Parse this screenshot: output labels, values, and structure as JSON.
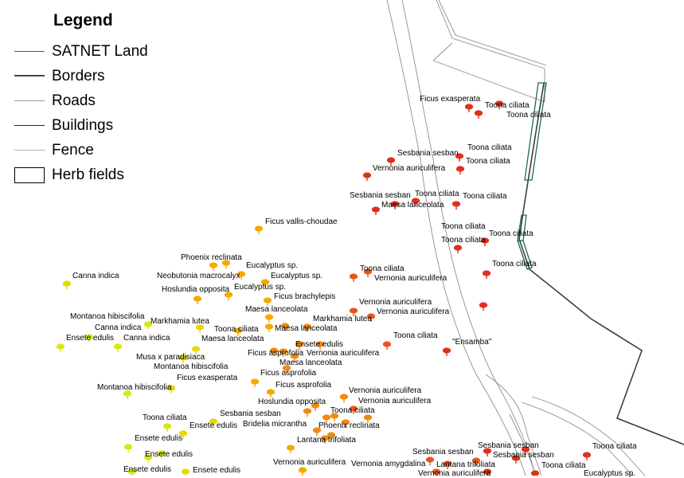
{
  "legend": {
    "title": "Legend",
    "items": [
      {
        "label": "SATNET Land",
        "color": "#b03030",
        "style": "line"
      },
      {
        "label": "Borders",
        "color": "#444444",
        "style": "line-thick"
      },
      {
        "label": "Roads",
        "color": "#9a9a9a",
        "style": "line"
      },
      {
        "label": "Buildings",
        "color": "#222222",
        "style": "line"
      },
      {
        "label": "Fence",
        "color": "#b0b0b0",
        "style": "line"
      },
      {
        "label": "Herb fields",
        "color": "#000000",
        "style": "box"
      }
    ]
  },
  "colors": {
    "red": "#e0301e",
    "orange_red": "#e8561a",
    "orange": "#f08a10",
    "amber": "#f5a800",
    "yellow": "#e8d800",
    "lime": "#d8e810",
    "herb_fields": "#1f6b55"
  },
  "plant_labels": [
    "Ficus exasperata",
    "Toona ciliata",
    "Toona ciliata",
    "Sesbania sesban",
    "Toona ciliata",
    "Toona ciliata",
    "Vernonia auriculifera",
    "Sesbania sesban",
    "Toona ciliata",
    "Toona ciliata",
    "Maesa lanceolata",
    "Ficus vallis-choudae",
    "Toona ciliata",
    "Toona ciliata",
    "Toona ciliata",
    "Phoenix reclinata",
    "Eucalyptus sp.",
    "Neobutonia macrocalyx",
    "Eucalyptus sp.",
    "Toona ciliata",
    "Vernonia auriculifera",
    "Canna indica",
    "Hoslundia opposita",
    "Eucalyptus sp.",
    "Ficus brachylepis",
    "Toona ciliata",
    "Vernonia auriculifera",
    "Maesa lanceolata",
    "Vernonia auriculifera",
    "Montanoa hibiscifolia",
    "Markhamia lutea",
    "Markhamia lutea",
    "Canna indica",
    "Toona ciliata",
    "Maesa lanceolata",
    "Canna indica",
    "Ensete edulis",
    "Maesa lanceolata",
    "Ensete edulis",
    "Toona ciliata",
    "\"Ensamba\"",
    "Musa x paradisiaca",
    "Ficus asprofolia",
    "Vernonia auriculifera",
    "Montanoa hibiscifolia",
    "Maesa lanceolata",
    "Ficus exasperata",
    "Ficus asprofolia",
    "Montanoa hibiscifolia",
    "Ficus asprofolia",
    "Vernonia auriculifera",
    "Hoslundia opposita",
    "Vernonia auriculifera",
    "Toona ciliata",
    "Sesbania sesban",
    "Toona ciliata",
    "Ensete edulis",
    "Bridelia micrantha",
    "Phoenix reclinata",
    "Ensete edulis",
    "Lantana trifoliata",
    "Ensete edulis",
    "Sesbania sesban",
    "Sesbania sesban",
    "Toona ciliata",
    "Sesbania sesban",
    "Vernonia auriculifera",
    "Vernonia amygdalina",
    "Lantana trifoliata",
    "Toona ciliata",
    "Ensete edulis",
    "Ensete edulis",
    "Vernonia auriculifera",
    "Eucalyptus sp."
  ]
}
